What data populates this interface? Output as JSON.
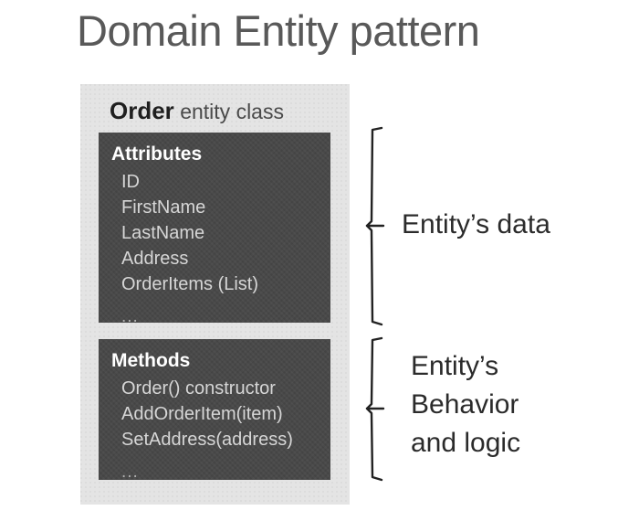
{
  "title": "Domain Entity pattern",
  "entity": {
    "name": "Order",
    "suffix": " entity class",
    "sections": [
      {
        "heading": "Attributes",
        "items": [
          "ID",
          "FirstName",
          "LastName",
          "Address",
          "OrderItems (List)"
        ],
        "ellipsis": "..."
      },
      {
        "heading": "Methods",
        "items": [
          "Order() constructor",
          "AddOrderItem(item)",
          "SetAddress(address)"
        ],
        "ellipsis": "..."
      }
    ]
  },
  "annotations": {
    "data": {
      "label": "Entity’s data"
    },
    "behavior": {
      "line1": "Entity’s",
      "line2": "Behavior",
      "line3": "and logic"
    }
  },
  "colors": {
    "background": "#ffffff",
    "title_text": "#595959",
    "container_fill": "#e4e4e4",
    "member_box_fill": "#474747",
    "member_heading_text": "#ffffff",
    "member_item_text": "#d6d6d6",
    "annotation_text": "#2b2b2b",
    "brace_stroke": "#222222"
  }
}
